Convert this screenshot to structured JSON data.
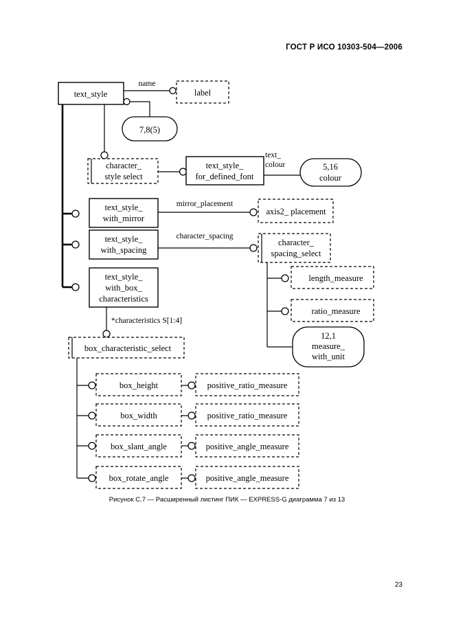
{
  "header": {
    "standard": "ГОСТ Р ИСО 10303-504—2006"
  },
  "figure": {
    "caption": "Рисунок С.7 — Расширенный листинг ПИК — EXPRESS-G диаграмма 7 из 13"
  },
  "page": {
    "number": "23"
  },
  "diagram": {
    "type": "EXPRESS-G",
    "entities": {
      "text_style": "text_style",
      "label": "label",
      "page_ref_7_8_5": "7,8(5)",
      "character_style_select_1": "character_",
      "character_style_select_2": "style  select",
      "text_style_for_defined_font_1": "text_style_",
      "text_style_for_defined_font_2": "for_defined_font",
      "page_ref_5_16_1": "5,16",
      "page_ref_5_16_2": "colour",
      "text_style_with_mirror_1": "text_style_",
      "text_style_with_mirror_2": "with_mirror",
      "axis2_placement": "axis2_ placement",
      "text_style_with_spacing_1": "text_style_",
      "text_style_with_spacing_2": "with_spacing",
      "character_spacing_select_1": "character_",
      "character_spacing_select_2": "spacing_select",
      "text_style_with_box_characteristics_1": "text_style_",
      "text_style_with_box_characteristics_2": "with_box_",
      "text_style_with_box_characteristics_3": "characteristics",
      "length_measure": "length_measure",
      "ratio_measure": "ratio_measure",
      "page_ref_12_1_1": "12,1",
      "page_ref_12_1_2": "measure_",
      "page_ref_12_1_3": "with_unit",
      "box_characteristic_select": "box_characteristic_select",
      "box_height": "box_height",
      "box_width": "box_width",
      "box_slant_angle": "box_slant_angle",
      "box_rotate_angle": "box_rotate_angle",
      "positive_ratio_measure_1": "positive_ratio_measure",
      "positive_ratio_measure_2": "positive_ratio_measure",
      "positive_angle_measure_1": "positive_angle_measure",
      "positive_angle_measure_2": "positive_angle_measure"
    },
    "relations": {
      "name": "name",
      "text_colour_1": "text_",
      "text_colour_2": "colour",
      "mirror_placement": "mirror_placement",
      "character_spacing": "character_spacing",
      "characteristics": "*characteristics S[1:4]"
    }
  }
}
